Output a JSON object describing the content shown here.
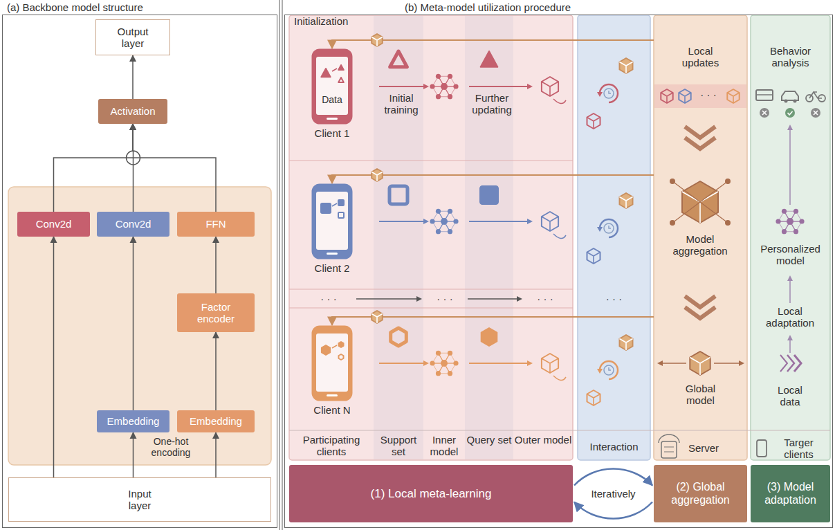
{
  "diagram": {
    "nodes": [
      {
        "text": [
          "(a) Backbone model structure"
        ]
      },
      {
        "text": [
          "Output layer"
        ],
        "in": 0
      },
      {
        "text": [
          "Activation"
        ],
        "in": 0
      },
      {
        "text": [
          "Conv2d"
        ],
        "in": 0
      },
      {
        "text": [
          "Conv2d"
        ],
        "in": 0
      },
      {
        "text": [
          "FFN"
        ],
        "in": 0
      },
      {
        "text": [
          "Factor encoder"
        ],
        "in": 0
      },
      {
        "text": [
          "Embedding"
        ],
        "in": 0
      },
      {
        "text": [
          "Embedding"
        ],
        "in": 0
      },
      {
        "text": [
          "Input layer"
        ],
        "in": 0
      },
      {
        "text": [
          "(b) Meta-model utilization procedure"
        ]
      },
      {
        "text": [
          "Participating clients",
          "Support set",
          "Inner model",
          "Query set",
          "Outer model"
        ],
        "in": 10
      },
      {
        "text": [
          "Data",
          "Client 1"
        ],
        "in": 11
      },
      {
        "text": [
          "Client 2"
        ],
        "in": 11
      },
      {
        "text": [
          "Client N"
        ],
        "in": 11
      },
      {
        "text": [
          "Interaction"
        ],
        "in": 10
      },
      {
        "text": [
          "Local updates",
          "Model aggregation",
          "Global model",
          "Server"
        ],
        "in": 10
      },
      {
        "text": [
          "Behavior analysis",
          "Personalized model",
          "Local adaptation",
          "Local data",
          "Targer clients"
        ],
        "in": 10
      },
      {
        "text": [
          "(1) Local meta-learning"
        ],
        "in": 10
      },
      {
        "text": [
          "(2) Global aggregation"
        ],
        "in": 10
      },
      {
        "text": [
          "(3) Model adaptation"
        ],
        "in": 10
      }
    ],
    "edges": [
      {
        "from": 9,
        "to": 3,
        "arrow": "to"
      },
      {
        "from": 9,
        "to": 7,
        "arrow": "to"
      },
      {
        "from": 9,
        "to": 8,
        "arrow": "to"
      },
      {
        "from": 7,
        "to": 4,
        "arrow": "to"
      },
      {
        "from": 8,
        "to": 6,
        "arrow": "to"
      },
      {
        "from": 6,
        "to": 5,
        "arrow": "to"
      },
      {
        "from": 3,
        "to": 2,
        "arrow": "to"
      },
      {
        "from": 4,
        "to": 2,
        "arrow": "to"
      },
      {
        "from": 5,
        "to": 2,
        "arrow": "to"
      },
      {
        "from": 2,
        "to": 1,
        "arrow": "to"
      },
      {
        "from": 16,
        "to": 12,
        "arrow": "to"
      },
      {
        "from": 16,
        "to": 13,
        "arrow": "to"
      },
      {
        "from": 16,
        "to": 14,
        "arrow": "to"
      },
      {
        "from": 18,
        "to": 19,
        "label": "Iteratively",
        "arrow": "both"
      }
    ],
    "labels": [
      "One-hot encoding",
      "Initialization",
      "Initial training",
      "Further updating",
      "· · ·",
      "· · ·",
      "· · ·",
      "· · ·",
      "· · ·"
    ]
  }
}
